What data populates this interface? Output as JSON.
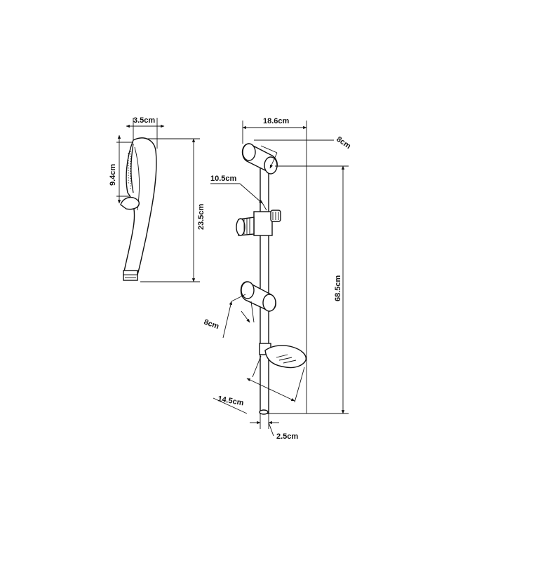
{
  "dimensions": {
    "handshower_width": "3.5cm",
    "handshower_face": "9.4cm",
    "handshower_length": "23.5cm",
    "bracket_span": "18.6cm",
    "top_bracket_depth": "8cm",
    "slider_depth": "10.5cm",
    "rail_length": "68.5cm",
    "lower_bracket_depth": "8cm",
    "soap_dish_width": "14.5cm",
    "rail_diameter": "2.5cm"
  }
}
